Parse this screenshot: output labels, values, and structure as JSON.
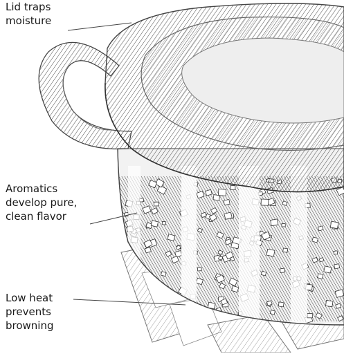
{
  "diagram": {
    "callouts": [
      {
        "id": "lid",
        "lines": [
          "Lid traps",
          "moisture"
        ]
      },
      {
        "id": "aromatics",
        "lines": [
          "Aromatics",
          "develop pure,",
          "clean flavor"
        ]
      },
      {
        "id": "heat",
        "lines": [
          "Low heat",
          "prevents",
          "browning"
        ]
      }
    ]
  }
}
